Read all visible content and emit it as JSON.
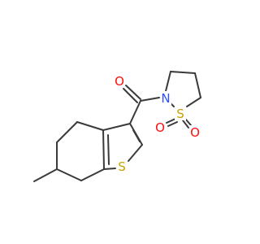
{
  "molecule": {
    "atoms": {
      "O_carbonyl": {
        "symbol": "O",
        "color": "#ff0d0d"
      },
      "N_ring": {
        "symbol": "N",
        "color": "#3050f8"
      },
      "S_sulfonyl": {
        "symbol": "S",
        "color": "#c8a000"
      },
      "O_s1": {
        "symbol": "O",
        "color": "#ff0d0d"
      },
      "O_s2": {
        "symbol": "O",
        "color": "#ff0d0d"
      },
      "S_thiophene": {
        "symbol": "S",
        "color": "#c8a000"
      }
    },
    "bond_color": "#3a3a3a"
  }
}
